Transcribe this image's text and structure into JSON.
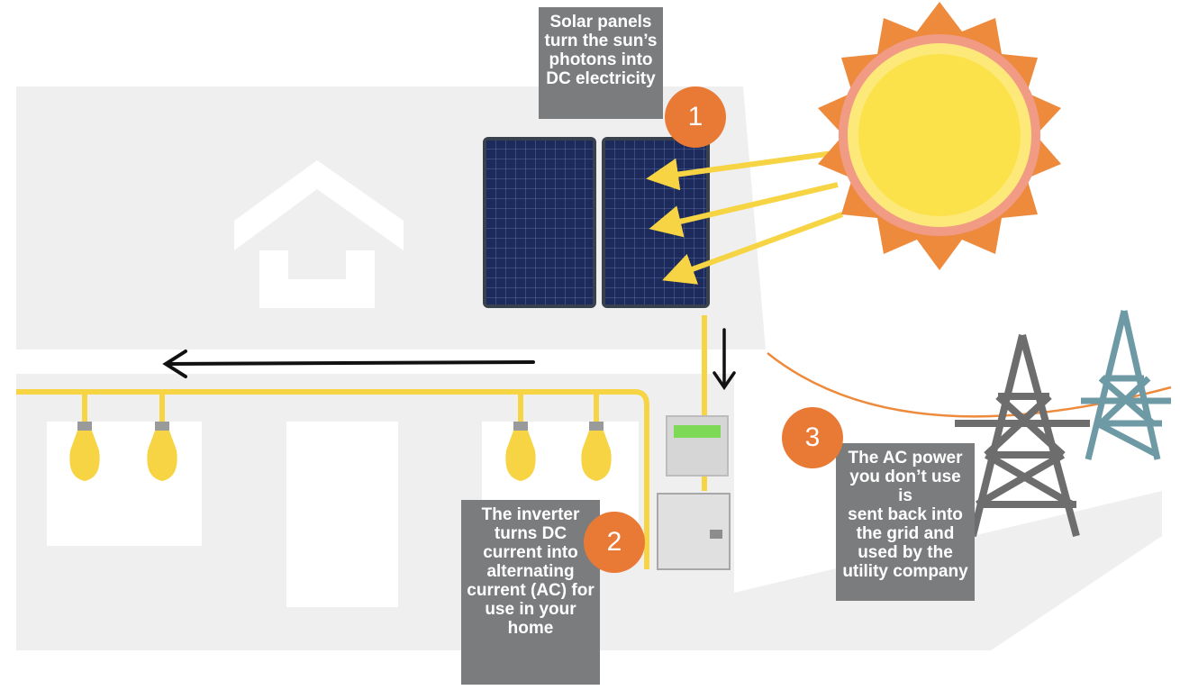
{
  "steps": [
    {
      "number": "1",
      "lines": [
        "Solar panels",
        "turn the sun’s",
        "photons into",
        "DC electricity"
      ]
    },
    {
      "number": "2",
      "lines": [
        "The inverter",
        "turns DC",
        "current into",
        "alternating",
        "current (AC) for",
        "use in your",
        "home"
      ]
    },
    {
      "number": "3",
      "lines": [
        "The AC power",
        "you don’t use is",
        "sent back into",
        "the grid and",
        "used by the",
        "utility company"
      ]
    }
  ],
  "colors": {
    "house_wall": "#efefef",
    "wire": "#f6d443",
    "sun_rays": "#ee8a3c",
    "sun_core": "#fbe24b",
    "callout_bg": "#7b7c7e",
    "badge": "#e97a36",
    "panel": "#1c2b5c",
    "tower_grey": "#6d6d6d",
    "tower_teal": "#6d9aa4",
    "arrow": "#111111"
  },
  "icons": [
    "sun-icon",
    "solar-panel-icon",
    "house-icon",
    "light-bulb-icon",
    "meter-icon",
    "inverter-icon",
    "power-tower-icon"
  ]
}
